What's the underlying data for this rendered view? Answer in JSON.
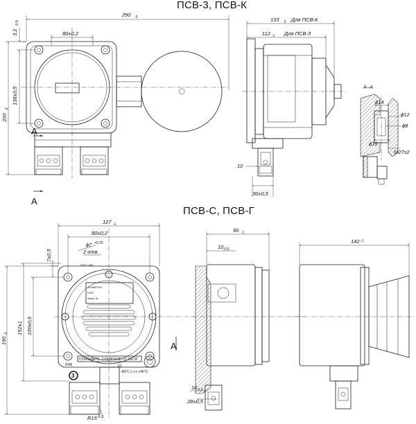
{
  "titles": {
    "top": "ПСВ-3, ПСВ-К",
    "bottom": "ПСВ-С, ПСВ-Г"
  },
  "section_marks": {
    "a": "А",
    "a_view": "А–А"
  },
  "top_dims": {
    "d290": "290",
    "d290_tol": "-3",
    "d80": "80±0,2",
    "d32": "3,2",
    "d32_tol": "-0,5",
    "d138": "138±0,5",
    "d200": "200",
    "d200_tol": "-3",
    "d133": "133",
    "d133_tol": "-3",
    "d133_note": "Для ПСВ-К",
    "d112": "112",
    "d112_tol": "-1",
    "d112_note": "Для ПСВ-3",
    "d10": "10",
    "d30": "30±0,5",
    "phi14": "ϕ14",
    "phi12": "ϕ12",
    "phi8": "ϕ8",
    "phi16": "ϕ16",
    "m27": "М27х2"
  },
  "bottom_dims": {
    "d127": "127",
    "d127_tol": "-1",
    "d80": "80±0,2",
    "d7": "ϕ7",
    "d7_tol": "+0,15",
    "d2": "2 отв.",
    "d7_05": "7±0,5",
    "d90": "90",
    "d90_tol": "-1",
    "d10": "10",
    "d10_tol": "-0,5",
    "d142": "142",
    "d142_tol": "-1",
    "d152": "152±1",
    "d100": "100±0,5",
    "d190": "190",
    "d190_tol": "-3",
    "d10b": "10",
    "d10b_tol": "-0,5",
    "d28": "28±0,5",
    "r15": "R15",
    "r15_tol": "-0,2"
  },
  "plate": {
    "warning": "ОТКРЫВАТЬ, ОТКЛЮЧИВ ОТ СЕТИ",
    "ip": "IP66",
    "temp": "-60°C ≤ t ≤ +45°C",
    "k3": "К3",
    "label_top": "1ExdIIBT4Gb",
    "label_mid": "ПСВ-Г",
    "label_sn": "Завод. №",
    "label_code": "ПСВ-Г (ВП)"
  }
}
